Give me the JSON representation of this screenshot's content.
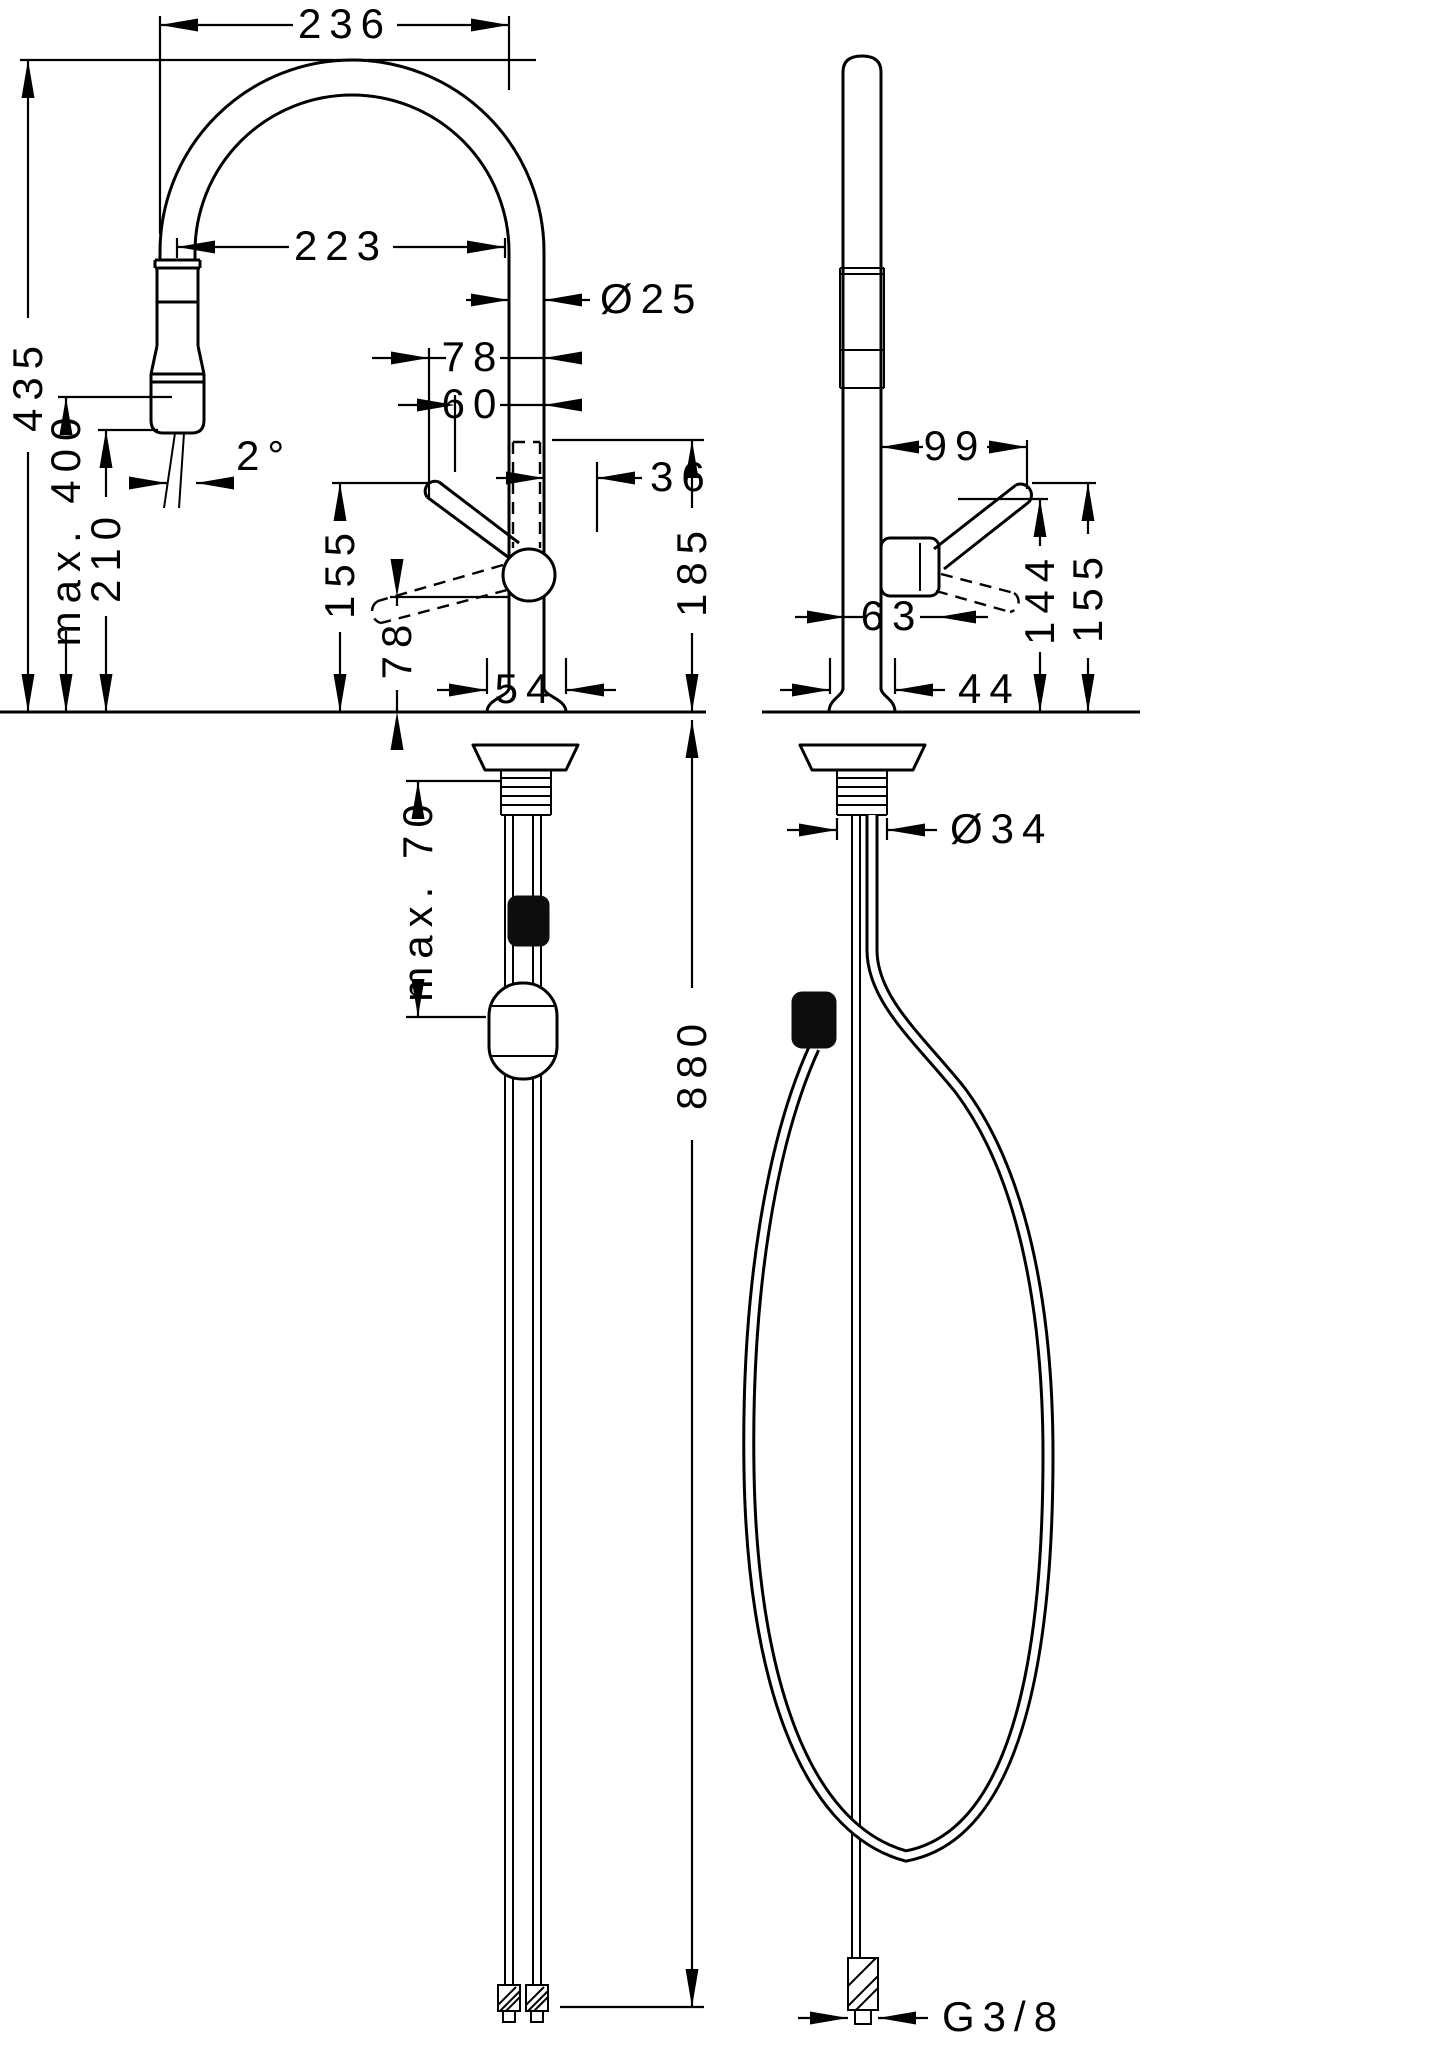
{
  "page": {
    "background": "#ffffff",
    "ink_color": "#000000",
    "description_hint": "faucet dimensional drawing, two orthographic views"
  },
  "dims": {
    "spout_width": "236",
    "spout_reach": "223",
    "spout_diameter": "Ø25",
    "handle_offset_a": "78",
    "handle_offset_b": "60",
    "handle_offset_c": "36",
    "total_height": "435",
    "max_pullout_height": "max. 400",
    "outlet_height": "210",
    "spray_angle": "2°",
    "handle_height_front": "155",
    "body_height_front": "78",
    "base_width_front": "54",
    "clearance_height": "185",
    "handle_length_side": "99",
    "handle_depth_side": "63",
    "handle_height_side_a": "144",
    "handle_height_side_b": "155",
    "base_width_side": "44",
    "shank_diameter": "Ø34",
    "max_counter_thickness": "max. 70",
    "hose_length": "880",
    "connection_thread": "G3/8"
  }
}
